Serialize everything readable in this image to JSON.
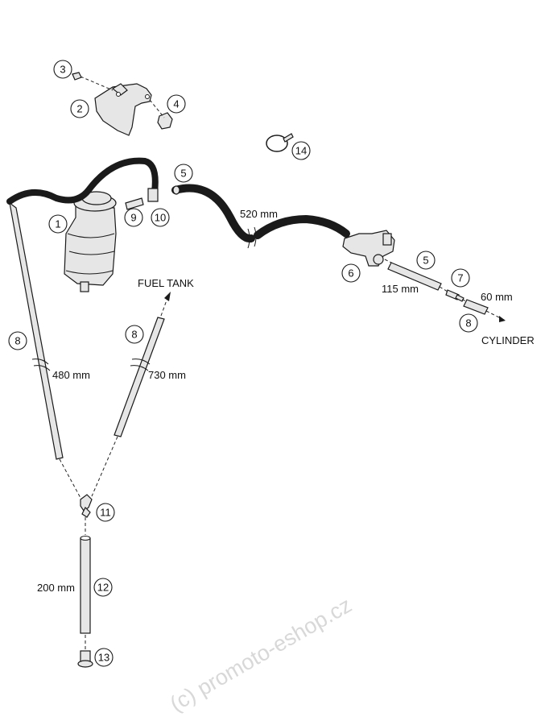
{
  "callouts": [
    {
      "id": "c1",
      "label": "1"
    },
    {
      "id": "c2",
      "label": "2"
    },
    {
      "id": "c3",
      "label": "3"
    },
    {
      "id": "c4",
      "label": "4"
    },
    {
      "id": "c5a",
      "label": "5"
    },
    {
      "id": "c5b",
      "label": "5"
    },
    {
      "id": "c6",
      "label": "6"
    },
    {
      "id": "c7",
      "label": "7"
    },
    {
      "id": "c8a",
      "label": "8"
    },
    {
      "id": "c8b",
      "label": "8"
    },
    {
      "id": "c8c",
      "label": "8"
    },
    {
      "id": "c9",
      "label": "9"
    },
    {
      "id": "c10",
      "label": "10"
    },
    {
      "id": "c11",
      "label": "11"
    },
    {
      "id": "c12",
      "label": "12"
    },
    {
      "id": "c13",
      "label": "13"
    },
    {
      "id": "c14",
      "label": "14"
    }
  ],
  "dimensions": {
    "d480": "480 mm",
    "d730": "730 mm",
    "d520": "520 mm",
    "d115": "115 mm",
    "d60": "60 mm",
    "d200": "200 mm"
  },
  "destinations": {
    "fuel_tank": "FUEL TANK",
    "cylinder": "CYLINDER"
  },
  "watermark": "(c) promoto-eshop.cz"
}
